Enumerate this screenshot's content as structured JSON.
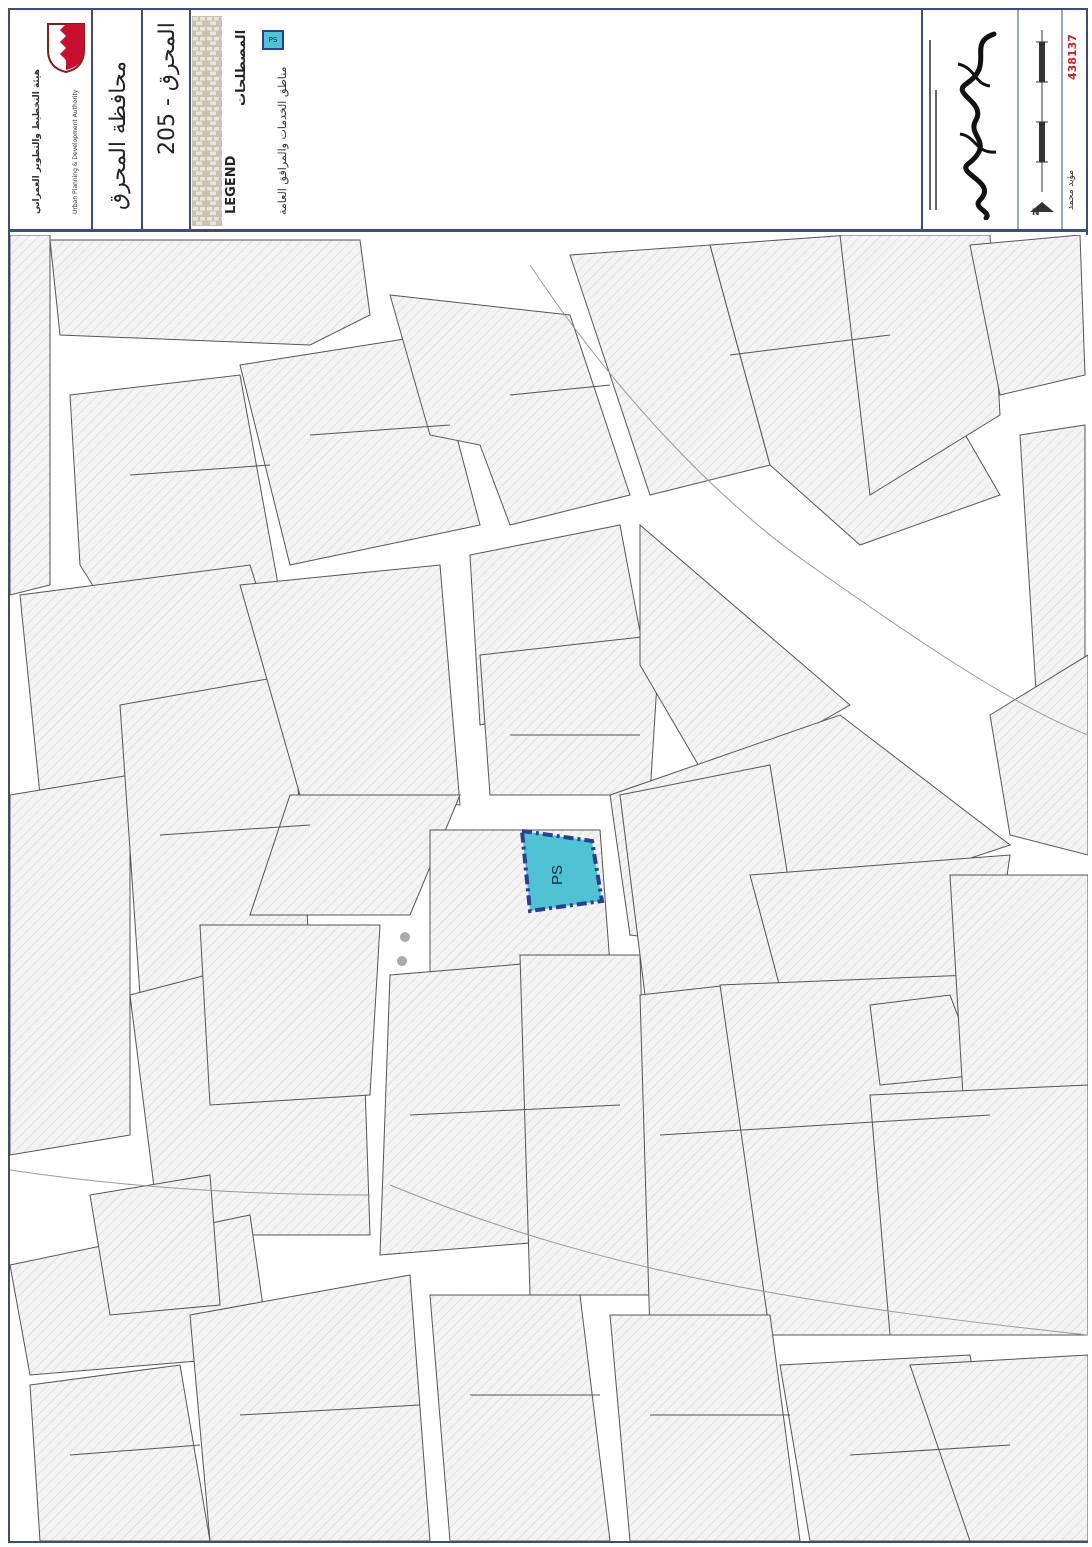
{
  "header": {
    "authority_name_ar": "هيئة التخطيط والتطوير العمراني",
    "authority_name_en": "Urban Planning & Development Authority",
    "governorate": "محافظة المحرق",
    "block": "المحرق - 205",
    "legend_title_en": "LEGEND",
    "legend_title_ar": "المصطلحات",
    "legend_item_code": "PS",
    "legend_item_label": "مناطق الخدمات والمرافق العامة",
    "north_label": "N",
    "map_number": "438137",
    "prepared_by": "مؤيد محمد"
  },
  "map": {
    "facility_label": "PS",
    "facility_fill": "#4fc3d4",
    "facility_border": "#2a3f8f",
    "parcel_stroke": "#555555",
    "hatch_color": "#cfcfcf"
  },
  "colors": {
    "frame": "#3a4f73",
    "legend_swatch": "#4fc3d4"
  }
}
